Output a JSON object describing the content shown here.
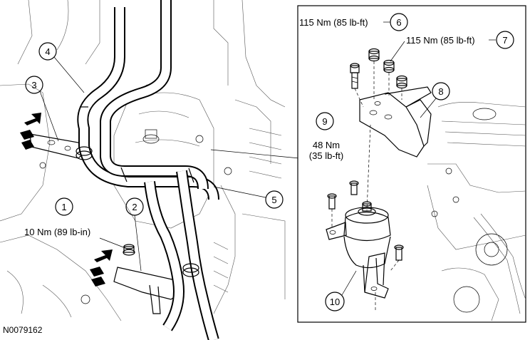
{
  "figure_id": "N0079162",
  "callouts": [
    {
      "number": "1"
    },
    {
      "number": "2"
    },
    {
      "number": "3"
    },
    {
      "number": "4"
    },
    {
      "number": "5"
    },
    {
      "number": "6"
    },
    {
      "number": "7"
    },
    {
      "number": "8"
    },
    {
      "number": "9"
    },
    {
      "number": "10"
    }
  ],
  "torque_specs": {
    "callout_6": "115 Nm (85 lb-ft)",
    "callout_7": "115 Nm (85 lb-ft)",
    "callout_9_nm": "48 Nm",
    "callout_9_lbft": "(35 lb-ft)",
    "callout_1": "10 Nm (89 lb-in)"
  }
}
